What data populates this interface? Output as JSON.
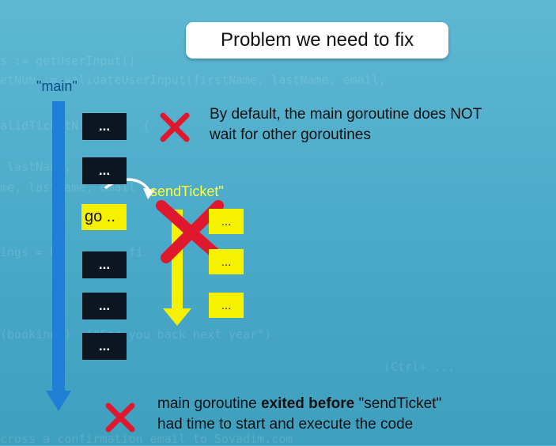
{
  "title": "Problem we need to fix",
  "main_label": "\"main\"",
  "function_label": "sendTicket\"",
  "go_box_label": "go ..",
  "box_ellipsis": "...",
  "notes": {
    "default_behavior": {
      "line1": "By default, the main goroutine does NOT",
      "line2": "wait for other goroutines"
    },
    "exited": {
      "prefix": "main goroutine",
      "bold": "exited before",
      "suffix": "\"sendTicket\"",
      "line2": "had time to start and execute the code"
    }
  },
  "background_code": [
    "s := getUserInput()",
    "etNum := validateUserInput(firstName, lastName, email,",
    "alidTicketN         {",
    " lastName,      )",
    "me, lastName, email",
    "ings = b        , fi    N",
    "(bookings)  (\"See you back next year\")",
    "(Ctrl+ ...",
    "cross a confirmation email to Sovadim.com"
  ],
  "colors": {
    "background": "#4aa9c8",
    "main_arrow": "#1f7fd4",
    "goroutine_arrow": "#f6f100",
    "cross": "#e0182d",
    "black_box": "#0b1620",
    "yellow_box": "#f6f100"
  }
}
